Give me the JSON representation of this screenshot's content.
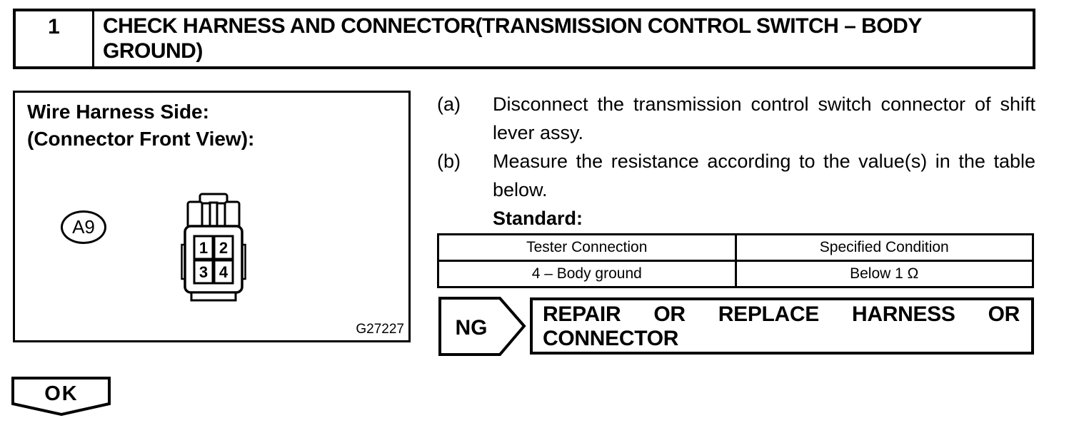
{
  "step_header": {
    "number": "1",
    "title": "CHECK HARNESS AND CONNECTOR(TRANSMISSION CONTROL SWITCH – BODY GROUND)"
  },
  "figure": {
    "title_line1": "Wire Harness Side:",
    "title_line2": "(Connector Front View):",
    "connector_label": "A9",
    "pins": [
      "1",
      "2",
      "3",
      "4"
    ],
    "figure_code": "G27227"
  },
  "instructions": [
    {
      "label": "(a)",
      "text": "Disconnect the transmission control switch connector of shift lever assy."
    },
    {
      "label": "(b)",
      "text": "Measure the resistance according to the value(s) in the table below."
    }
  ],
  "standard_label": "Standard:",
  "spec_table": {
    "headers": [
      "Tester Connection",
      "Specified Condition"
    ],
    "rows": [
      [
        "4 – Body ground",
        "Below 1 Ω"
      ]
    ]
  },
  "ng": {
    "label": "NG",
    "action_line1": "REPAIR OR REPLACE HARNESS OR",
    "action_line2": "CONNECTOR"
  },
  "ok": {
    "label": "OK"
  },
  "colors": {
    "ink": "#000000",
    "paper": "#ffffff"
  }
}
